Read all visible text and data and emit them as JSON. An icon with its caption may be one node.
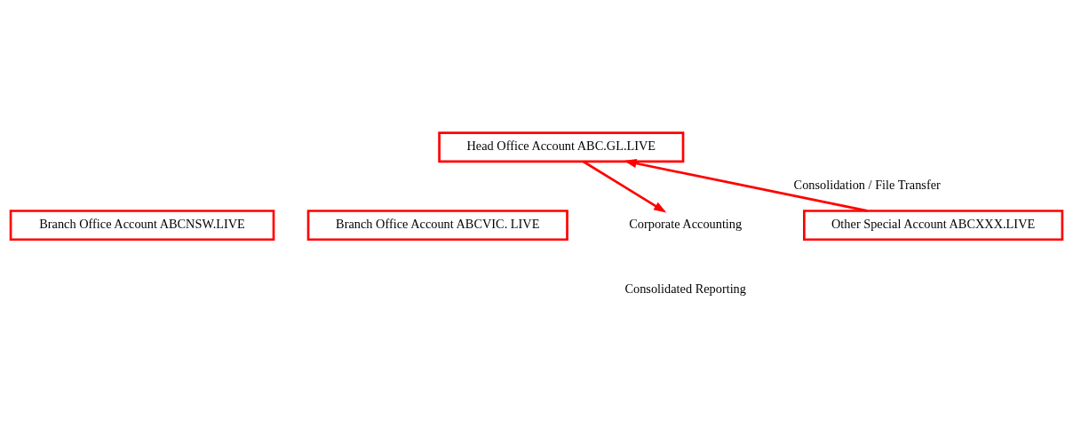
{
  "diagram": {
    "nodes": [
      {
        "text": [
          "Head Office Account ABC.GL.LIVE"
        ]
      },
      {
        "text": [
          "Branch Office Account ABCNSW.LIVE"
        ]
      },
      {
        "text": [
          "Branch Office Account ABCVIC. LIVE"
        ]
      },
      {
        "text": [
          "Other Special Account ABCXXX.LIVE"
        ]
      },
      {
        "text": [
          "Corporate Accounting"
        ]
      }
    ],
    "edges": [
      {
        "from": 0,
        "to": 4,
        "arrow": "to"
      },
      {
        "from": 3,
        "to": 0,
        "arrow": "to",
        "label": "Consolidation / File Transfer"
      }
    ],
    "labels": [
      "Consolidated Reporting"
    ]
  }
}
